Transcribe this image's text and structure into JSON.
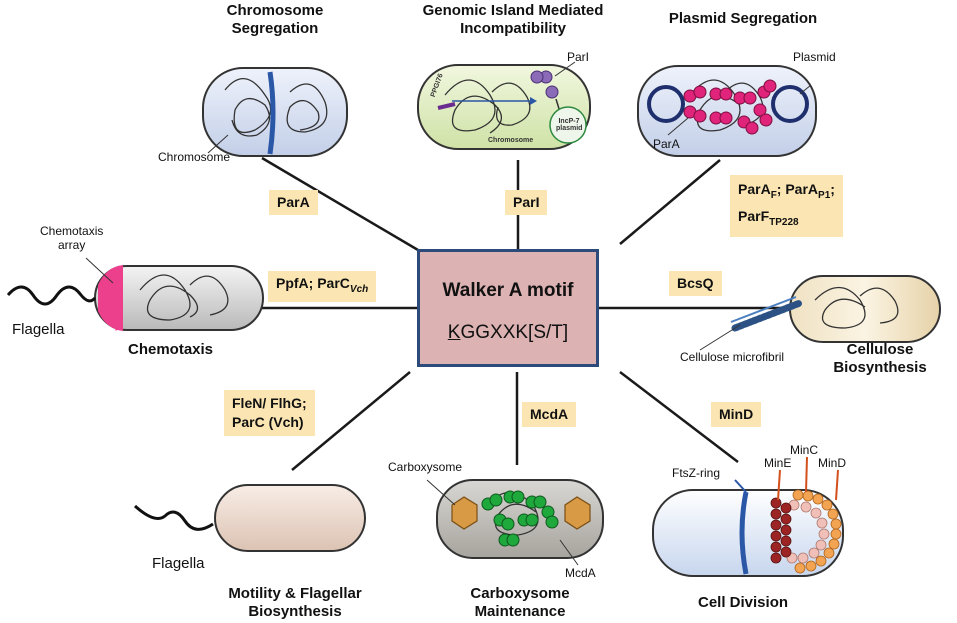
{
  "center": {
    "title": "Walker A motif",
    "sequence_first": "K",
    "sequence_rest": "GGXXK[S/T]"
  },
  "panels": {
    "chromosome_segregation": {
      "title": "Chromosome\nSegregation",
      "label": "Chromosome",
      "protein": "ParA"
    },
    "genomic_island": {
      "title": "Genomic Island Mediated\nIncompatibility",
      "gene_label": "PPGI76",
      "parl_label": "ParI",
      "plasmid_label": "IncP-7\nplasmid",
      "chromosome_label": "Chromosome",
      "protein": "ParI"
    },
    "plasmid_segregation": {
      "title": "Plasmid Segregation",
      "plasmid_label": "Plasmid",
      "para_label": "ParA",
      "protein_line1_a": "ParA",
      "protein_line1_a_sub": "F",
      "protein_line1_b": "; ParA",
      "protein_line1_b_sub": "P1",
      "protein_line1_c": ";",
      "protein_line2": "ParF",
      "protein_line2_sub": "TP228"
    },
    "chemotaxis": {
      "title": "Chemotaxis",
      "array_label": "Chemotaxis\narray",
      "flagella_label": "Flagella",
      "protein_a": "PpfA; ParC",
      "protein_sub": "Vch"
    },
    "cellulose": {
      "title": "Cellulose\nBiosynthesis",
      "fibril_label": "Cellulose microfibril",
      "protein": "BcsQ"
    },
    "motility": {
      "title": "Motility & Flagellar\nBiosynthesis",
      "flagella_label": "Flagella",
      "protein": "FleN/ FlhG;\nParC (Vch)"
    },
    "carboxysome": {
      "title": "Carboxysome\nMaintenance",
      "carboxysome_label": "Carboxysome",
      "mcda_label": "McdA",
      "protein": "McdA"
    },
    "cell_division": {
      "title": "Cell Division",
      "ftsz_label": "FtsZ-ring",
      "mine_label": "MinE",
      "minc_label": "MinC",
      "mind_label": "MinD",
      "protein": "MinD"
    }
  },
  "colors": {
    "tag_fill": "#fbe6b3",
    "center_fill": "#dcb2b2",
    "center_border": "#2d4b7a",
    "parA_magenta": "#e0237b",
    "mcdA_green": "#1fa83c",
    "chemotaxis_pink": "#ec3f8c",
    "ring_blue": "#2a57a6"
  }
}
